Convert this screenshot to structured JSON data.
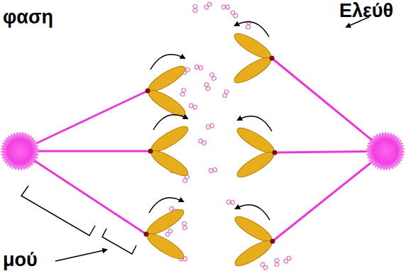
{
  "diagram": {
    "labels": [
      "φαση",
      "Ελεύθ",
      "μού"
    ]
  }
}
